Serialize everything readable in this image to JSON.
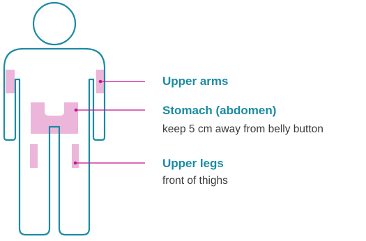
{
  "colors": {
    "outline": "#1a8ba5",
    "zone": "#ebb6d9",
    "leader": "#c2188b",
    "label": "#1a8ba5",
    "subtext": "#3a3a3a"
  },
  "labels": {
    "upper_arms": {
      "title": "Upper arms"
    },
    "stomach": {
      "title": "Stomach (abdomen)",
      "note": "keep 5 cm away from belly button"
    },
    "upper_legs": {
      "title": "Upper legs",
      "note": "front of thighs"
    }
  }
}
